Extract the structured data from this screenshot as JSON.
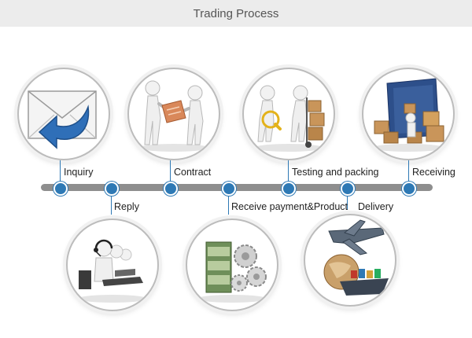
{
  "header": {
    "title": "Trading Process"
  },
  "colors": {
    "accent": "#2e79b5",
    "timeline": "#8e8e8e",
    "header_bg": "#ececec"
  },
  "steps": [
    {
      "label": "Inquiry",
      "icon": "envelope-reply-icon"
    },
    {
      "label": "Reply",
      "icon": "call-center-icon"
    },
    {
      "label": "Contract",
      "icon": "handshake-deal-icon"
    },
    {
      "label": "Receive payment&Product",
      "icon": "money-gears-icon"
    },
    {
      "label": "Testing and packing",
      "icon": "inspection-handtruck-icon"
    },
    {
      "label": "Delivery",
      "icon": "airplane-ship-globe-icon"
    },
    {
      "label": "Receiving",
      "icon": "container-boxes-icon"
    }
  ]
}
